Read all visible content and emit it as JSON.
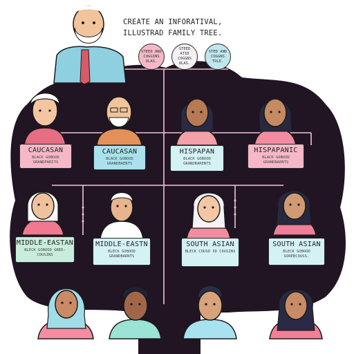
{
  "title_lines": [
    "CREATE AN INFORATIVAL,",
    "ILLUSTRAD FAMILY TREE."
  ],
  "badges": [
    {
      "text": "STEED AND COGGINS OLAS.",
      "color": "#f3b8c8"
    },
    {
      "text": "STEED ATID COGGNS OLAS.",
      "color": "#f4f0f4"
    },
    {
      "text": "STED AND COGGNS TOLE.",
      "color": "#bfe6ec"
    }
  ],
  "row1": [
    {
      "title": "CAUCASAN",
      "sub": "BLACK GOBOOD GRANDPARITS"
    },
    {
      "title": "CAUCASAN",
      "sub": "BLACK GOBOOD GRANDBAENTS"
    },
    {
      "title": "HISPAPAN",
      "sub": "BLACK GOBOOD GRANDBARENTS"
    },
    {
      "title": "HISPAPANIC",
      "sub": "BLACK GOBOOD GRANDBAENTS"
    }
  ],
  "row2": [
    {
      "title": "MIDDLE-EASTAN",
      "sub": "BLECK GOBOOD GRED-COUSINS"
    },
    {
      "title": "MIDDLE-EASTN",
      "sub": "BLECK GOBOOD GRANDBARNTS"
    },
    {
      "title": "SOUTH ASIAN",
      "sub": "BLECK COUSD 3D COUSINS"
    },
    {
      "title": "SOUTH ASIAN",
      "sub": "BLECK GOBOOD GOREBCOUSS."
    }
  ],
  "colors": {
    "tree": "#211423",
    "pink": "#f6b8c8",
    "blue": "#a9e2ec",
    "connector": "#f2c6d4"
  }
}
